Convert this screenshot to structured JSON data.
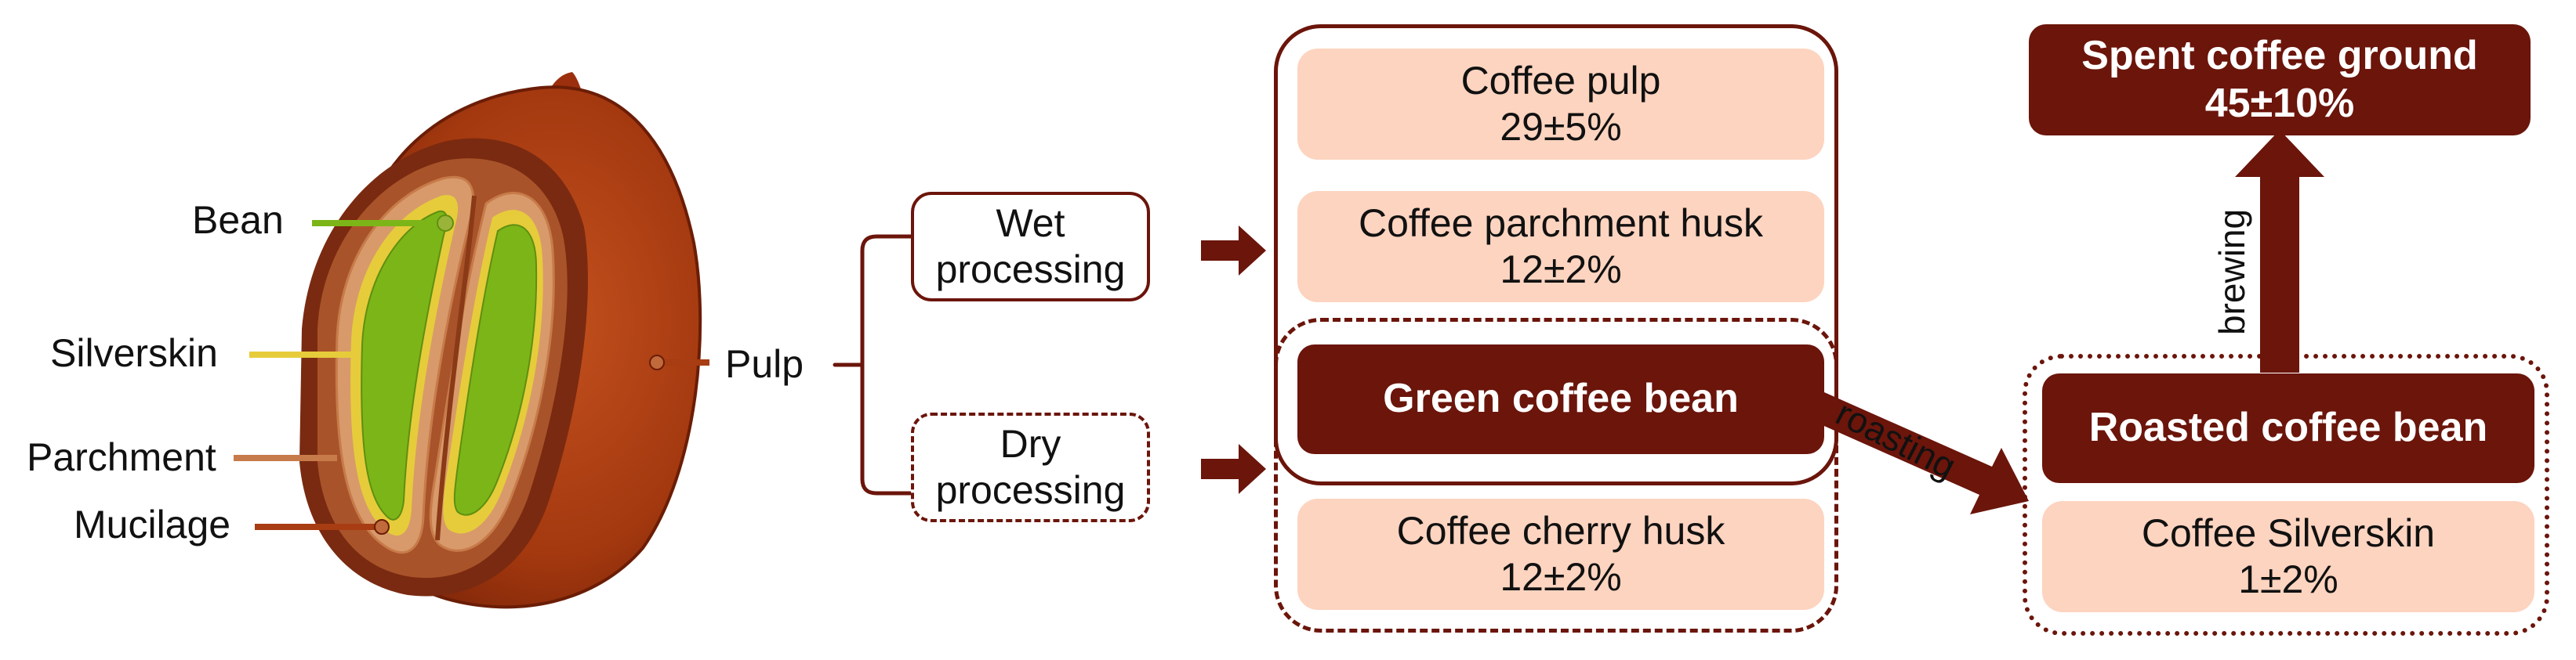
{
  "cherry_labels": {
    "bean": "Bean",
    "silverskin": "Silverskin",
    "parchment": "Parchment",
    "mucilage": "Mucilage",
    "pulp": "Pulp"
  },
  "processing": {
    "wet": [
      "Wet",
      "processing"
    ],
    "dry": [
      "Dry",
      "processing"
    ]
  },
  "byproducts": {
    "pulp": {
      "name": "Coffee pulp",
      "value": "29±5%"
    },
    "parchment_husk": {
      "name": "Coffee parchment husk",
      "value": "12±2%"
    },
    "cherry_husk": {
      "name": "Coffee cherry husk",
      "value": "12±2%"
    },
    "silverskin": {
      "name": "Coffee Silverskin",
      "value": "1±2%"
    },
    "spent_ground": {
      "name": "Spent coffee ground",
      "value": "45±10%"
    }
  },
  "beans": {
    "green": "Green coffee bean",
    "roasted": "Roasted coffee bean"
  },
  "steps": {
    "roasting": "roasting",
    "brewing": "brewing"
  },
  "colors": {
    "dark": "#6b150b",
    "pink": "#fdd4c0",
    "cherry_outer": "#a83c12",
    "bean_green": "#7cb518",
    "parchment_line": "#c77b4a",
    "silverskin_yellow": "#e6cc3a"
  }
}
